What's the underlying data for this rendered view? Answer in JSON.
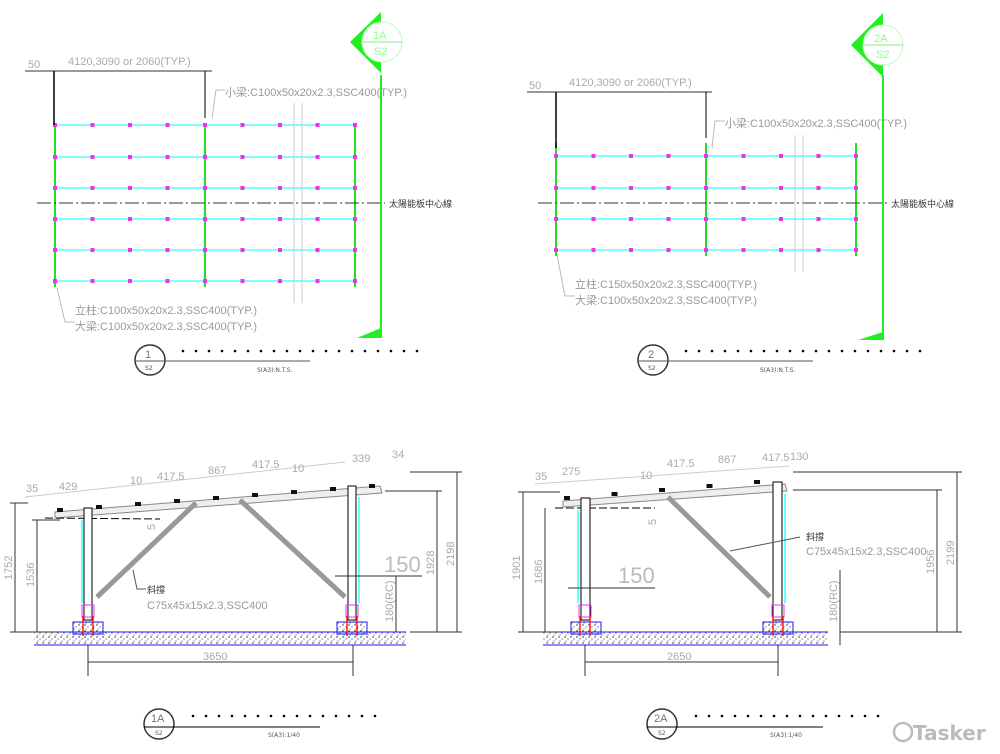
{
  "colors": {
    "purlin": "#33ffff",
    "rafter": "#22dd22",
    "bolt": "#ee33ee",
    "ground": "#1a1aff",
    "anchor": "#ff1a1a"
  },
  "plan1": {
    "dim_end": "50",
    "dim_span": "4120,3090 or 2060(TYP.)",
    "label_top": "小梁:C100x50x20x2.3,SSC400(TYP.)",
    "label_col": "立柱:C100x50x20x2.3,SSC400(TYP.)",
    "label_beam": "大梁:C100x50x20x2.3,SSC400(TYP.)",
    "centerline": "太陽能板中心線",
    "section_top": "1A",
    "section_bottom": "S2",
    "title_num": "1",
    "title_sheet": "S2",
    "scale": "S(A3):N.T.S."
  },
  "plan2": {
    "dim_end": "50",
    "dim_span": "4120,3090 or 2060(TYP.)",
    "label_top": "小梁:C100x50x20x2.3,SSC400(TYP.)",
    "label_col": "立柱:C150x50x20x2.3,SSC400(TYP.)",
    "label_beam": "大梁:C100x50x20x2.3,SSC400(TYP.)",
    "centerline": "太陽能板中心線",
    "section_top": "2A",
    "section_bottom": "S2",
    "title_num": "2",
    "title_sheet": "S2",
    "scale": "S(A3):N.T.S."
  },
  "elev1": {
    "top_dims": [
      "35",
      "429",
      "10",
      "417.5",
      "867",
      "417.5",
      "10",
      "339",
      "34"
    ],
    "h1": "1752",
    "h2": "1536",
    "h3": "1928",
    "h4": "2198",
    "span": "3650",
    "big": "150",
    "small_dim": "5",
    "found": "180(RC)",
    "brace_label": "斜撐",
    "brace_spec": "C75x45x15x2.3,SSC400",
    "title_num": "1A",
    "title_sheet": "S2",
    "scale": "S(A3):1/40"
  },
  "elev2": {
    "top_dims": [
      "35",
      "275",
      "10",
      "417.5",
      "867",
      "417.5",
      "130"
    ],
    "h1": "1901",
    "h2": "1686",
    "h3": "1956",
    "h4": "2199",
    "span": "2650",
    "big": "150",
    "small_dim": "5",
    "found": "180(RC)",
    "brace_label": "斜撐",
    "brace_spec": "C75x45x15x2.3,SSC400",
    "title_num": "2A",
    "title_sheet": "S2",
    "scale": "S(A3):1/40"
  },
  "watermark": "Tasker"
}
